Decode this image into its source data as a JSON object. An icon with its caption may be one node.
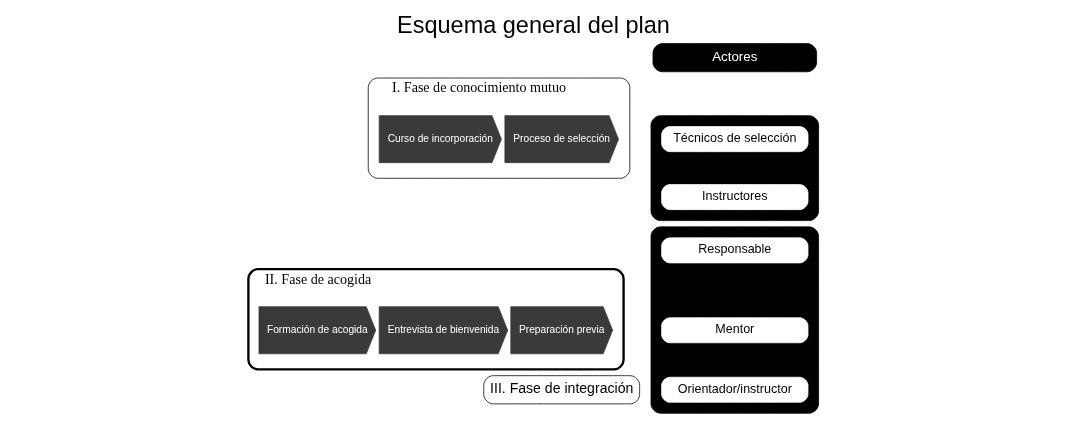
{
  "diagram": {
    "title": "Esquema general del plan",
    "nodes": [
      {
        "text": [
          "I. Fase de conocimiento mutuo"
        ]
      },
      {
        "text": [
          "Proceso de selección"
        ],
        "in": 0
      },
      {
        "text": [
          "Curso de incorporación"
        ],
        "in": 0
      },
      {
        "text": [
          "II. Fase de acogida"
        ]
      },
      {
        "text": [
          "Preparación previa"
        ],
        "in": 3
      },
      {
        "text": [
          "Entrevista de bienvenida"
        ],
        "in": 3
      },
      {
        "text": [
          "Formación de acogida"
        ],
        "in": 3
      },
      {
        "text": [
          "III. Fase de integración"
        ]
      },
      {
        "text": [
          "Actores"
        ]
      },
      {
        "text": [],
        "shape": "box"
      },
      {
        "text": [
          "Técnicos de selección"
        ],
        "in": 9
      },
      {
        "text": [
          "Instructores"
        ],
        "in": 9
      },
      {
        "text": [],
        "shape": "box"
      },
      {
        "text": [
          "Responsable"
        ],
        "in": 12
      },
      {
        "text": [
          "Mentor"
        ],
        "in": 12
      },
      {
        "text": [
          "Orientador/instructor"
        ],
        "in": 12
      }
    ]
  }
}
